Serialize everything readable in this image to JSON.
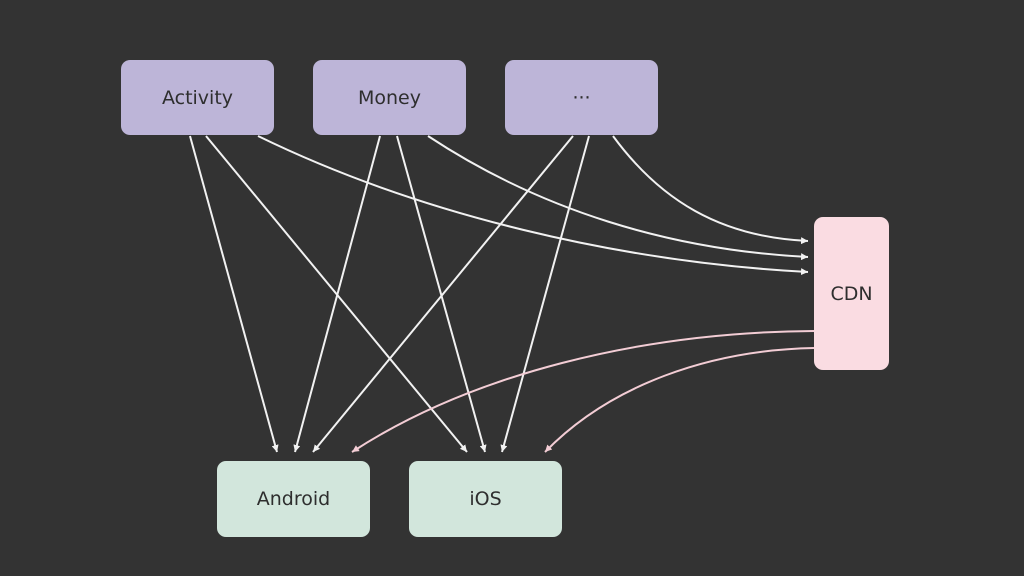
{
  "nodes": {
    "activity": "Activity",
    "money": "Money",
    "more": "···",
    "cdn": "CDN",
    "android": "Android",
    "ios": "iOS"
  },
  "colors": {
    "background": "#333333",
    "source_fill": "#bdb5d8",
    "target_fill": "#d2e6dc",
    "cdn_fill": "#fadce2",
    "edge_white": "#f2f2f2",
    "edge_pink": "#f3cdd5"
  },
  "edges": [
    {
      "from": "activity",
      "to": "android",
      "color": "white"
    },
    {
      "from": "activity",
      "to": "ios",
      "color": "white"
    },
    {
      "from": "activity",
      "to": "cdn",
      "color": "white"
    },
    {
      "from": "money",
      "to": "android",
      "color": "white"
    },
    {
      "from": "money",
      "to": "ios",
      "color": "white"
    },
    {
      "from": "money",
      "to": "cdn",
      "color": "white"
    },
    {
      "from": "more",
      "to": "android",
      "color": "white"
    },
    {
      "from": "more",
      "to": "ios",
      "color": "white"
    },
    {
      "from": "more",
      "to": "cdn",
      "color": "white"
    },
    {
      "from": "cdn",
      "to": "android",
      "color": "pink"
    },
    {
      "from": "cdn",
      "to": "ios",
      "color": "pink"
    }
  ]
}
